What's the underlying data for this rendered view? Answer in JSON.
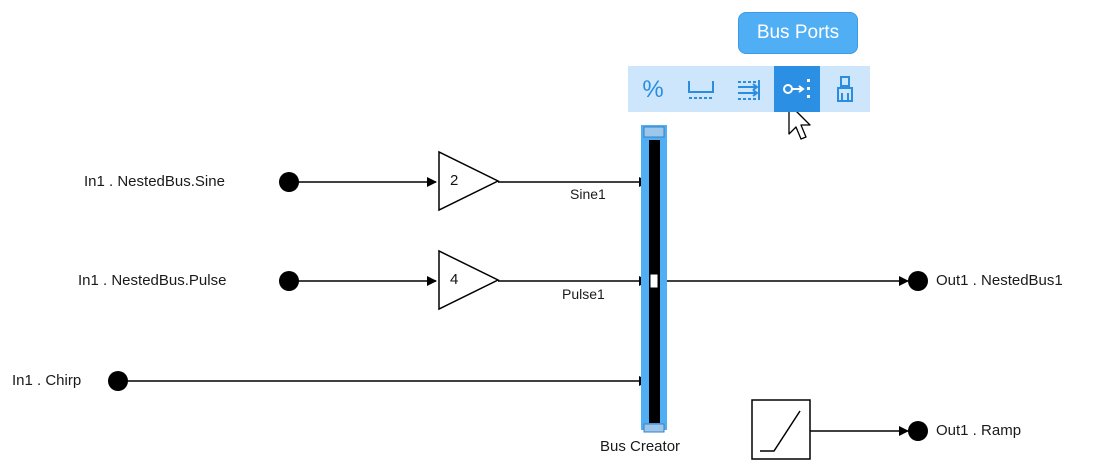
{
  "tooltip": {
    "label": "Bus Ports"
  },
  "action_bar": {
    "items": [
      {
        "icon": "percent-icon"
      },
      {
        "icon": "underline-bar-icon"
      },
      {
        "icon": "align-signals-icon"
      },
      {
        "icon": "bus-ports-icon",
        "active": true
      },
      {
        "icon": "paintbrush-icon"
      }
    ]
  },
  "blocks": {
    "in_sine": "In1 . NestedBus.Sine",
    "in_pulse": "In1 . NestedBus.Pulse",
    "in_chirp": "In1 . Chirp",
    "gain_top": "2",
    "gain_mid": "4",
    "bus_creator": "Bus Creator",
    "out_nested": "Out1 . NestedBus1",
    "out_ramp": "Out1 . Ramp"
  },
  "signals": {
    "sine": "Sine1",
    "pulse": "Pulse1"
  },
  "colors": {
    "selection": "#50aef4",
    "action_bar": "#cde6fb",
    "port": "#000000"
  }
}
